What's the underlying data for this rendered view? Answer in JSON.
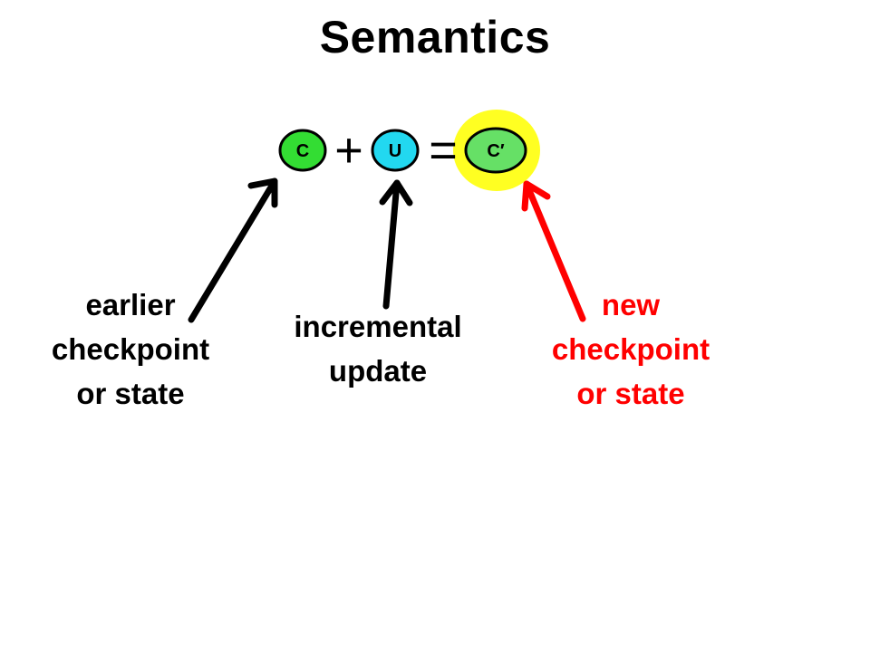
{
  "title": "Semantics",
  "equation": {
    "c": "C",
    "plus": "+",
    "u": "U",
    "equals": "=",
    "c_prime": "C′"
  },
  "labels": {
    "earlier": [
      "earlier",
      "checkpoint",
      "or state"
    ],
    "incremental": [
      "incremental",
      "update"
    ],
    "new": [
      "new",
      "checkpoint",
      "or state"
    ]
  },
  "colors": {
    "c_fill": "#33dd33",
    "u_fill": "#22d8f0",
    "cprime_fill": "#66e066",
    "highlight": "#ffff22",
    "arrow_black": "#000000",
    "arrow_red": "#ff0000"
  }
}
